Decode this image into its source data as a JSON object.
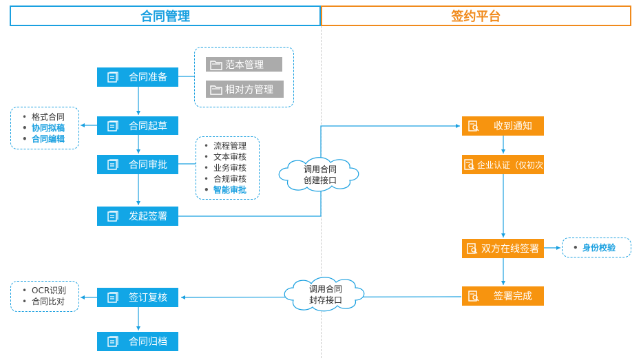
{
  "headers": {
    "left": "合同管理",
    "right": "签约平台"
  },
  "left_steps": [
    {
      "key": "prepare",
      "label": "合同准备"
    },
    {
      "key": "draft",
      "label": "合同起草"
    },
    {
      "key": "approve",
      "label": "合同审批"
    },
    {
      "key": "initiate",
      "label": "发起签署"
    },
    {
      "key": "review",
      "label": "签订复核"
    },
    {
      "key": "archive",
      "label": "合同归档"
    }
  ],
  "prepare_group": [
    "范本管理",
    "相对方管理"
  ],
  "draft_features": [
    {
      "label": "格式合同",
      "highlight": false
    },
    {
      "label": "协同拟稿",
      "highlight": true
    },
    {
      "label": "合同编辑",
      "highlight": true
    }
  ],
  "approve_features": [
    {
      "label": "流程管理",
      "highlight": false
    },
    {
      "label": "文本审核",
      "highlight": false
    },
    {
      "label": "业务审核",
      "highlight": false
    },
    {
      "label": "合规审核",
      "highlight": false
    },
    {
      "label": "智能审批",
      "highlight": true
    }
  ],
  "review_features": [
    {
      "label": "OCR识别",
      "highlight": false
    },
    {
      "label": "合同比对",
      "highlight": false
    }
  ],
  "right_steps": [
    {
      "key": "notify",
      "label": "收到通知"
    },
    {
      "key": "auth",
      "label": "企业认证（仅初次"
    },
    {
      "key": "sign",
      "label": "双方在线签署"
    },
    {
      "key": "done",
      "label": "签署完成"
    }
  ],
  "sign_features": [
    {
      "label": "身份校验",
      "highlight": true
    }
  ],
  "interfaces": {
    "create": [
      "调用合同",
      "创建接口"
    ],
    "archive": [
      "调用合同",
      "封存接口"
    ]
  },
  "colors": {
    "blue": "#12a6e6",
    "orange": "#f7940f",
    "gray": "#ababab",
    "line": "#1aa0e0"
  }
}
